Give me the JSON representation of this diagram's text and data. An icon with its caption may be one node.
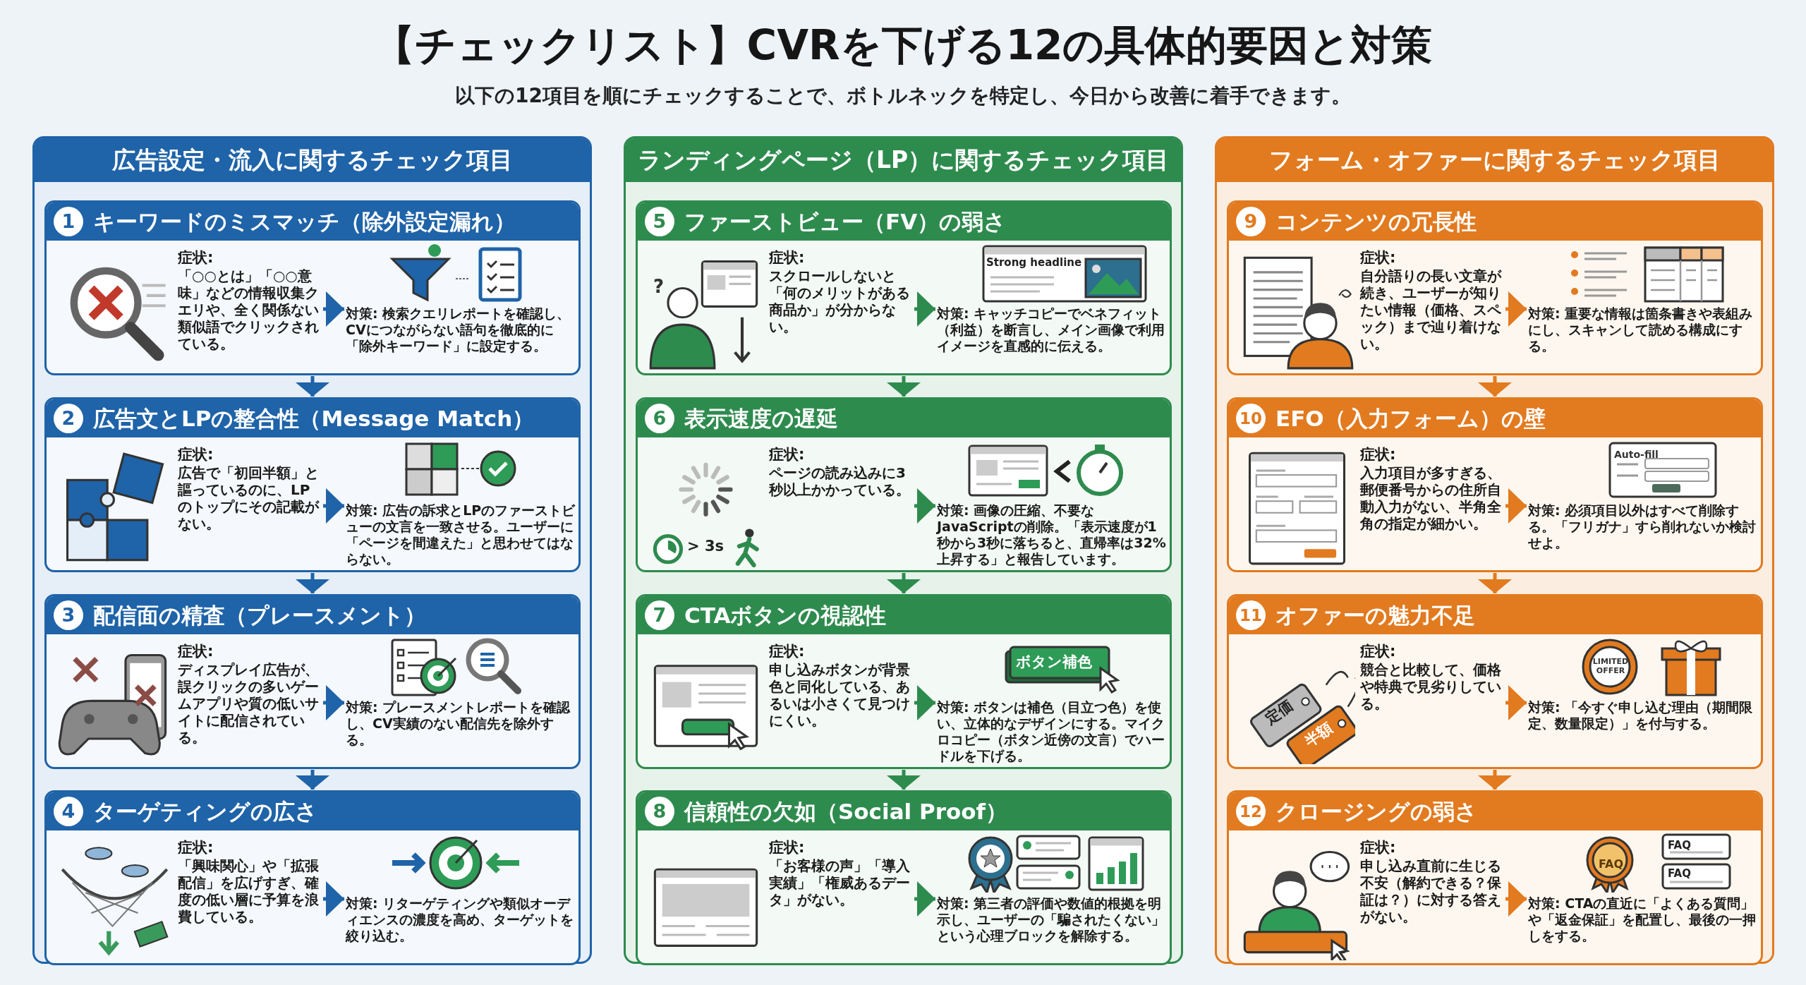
{
  "diagram": {
    "title": "【チェックリスト】CVRを下げる12の具体的要因と対策",
    "nodes": [
      {
        "text": [
          "広告設定・流入に関するチェック項目"
        ]
      },
      {
        "text": [
          "1",
          "キーワードのミスマッチ（除外設定漏れ）"
        ],
        "in": 0
      },
      {
        "text": [
          "症状:",
          "「○○とは」「○○意味」などの情報収集クエリや、全く関係ない類似語でクリックされている。"
        ],
        "in": 1
      },
      {
        "text": [
          "対策: 検索クエリレポートを確認し、CVにつながらない語句を徹底的に「除外キーワード」に設定する。"
        ],
        "in": 1
      },
      {
        "text": [
          "2",
          "広告文とLPの整合性（Message Match）"
        ],
        "in": 0
      },
      {
        "text": [
          "症状:",
          "広告で「初回半額」と謳っているのに、LPのトップにその記載がない。"
        ],
        "in": 4
      },
      {
        "text": [
          "対策: 広告の訴求とLPのファーストビューの文言を一致させる。ユーザーに「ページを間違えた」と思わせてはならない。"
        ],
        "in": 4
      },
      {
        "text": [
          "3",
          "配信面の精査（プレースメント）"
        ],
        "in": 0
      },
      {
        "text": [
          "症状:",
          "ディスプレイ広告が、誤クリックの多いゲームアプリや質の低いサイトに配信されている。"
        ],
        "in": 7
      },
      {
        "text": [
          "対策: プレースメントレポートを確認し、CV実績のない配信先を除外する。"
        ],
        "in": 7
      },
      {
        "text": [
          "4",
          "ターゲティングの広さ"
        ],
        "in": 0
      },
      {
        "text": [
          "症状:",
          "「興味関心」や「拡張配信」を広げすぎ、確度の低い層に予算を浪費している。"
        ],
        "in": 10
      },
      {
        "text": [
          "対策: リターゲティングや類似オーディエンスの濃度を高め、ターゲットを絞り込む。"
        ],
        "in": 10
      },
      {
        "text": [
          "ランディングページ（LP）に関するチェック項目"
        ]
      },
      {
        "text": [
          "5",
          "ファーストビュー（FV）の弱さ"
        ],
        "in": 13
      },
      {
        "text": [
          "症状:",
          "スクロールしないと「何のメリットがある商品か」が分からない。"
        ],
        "in": 14
      },
      {
        "text": [
          "対策: キャッチコピーでベネフィット（利益）を断言し、メイン画像で利用イメージを直感的に伝える。"
        ],
        "in": 14
      },
      {
        "text": [
          "6",
          "表示速度の遅延"
        ],
        "in": 13
      },
      {
        "text": [
          "症状:",
          "ページの読み込みに3秒以上かかっている。"
        ],
        "in": 17
      },
      {
        "text": [
          "対策: 画像の圧縮、不要なJavaScriptの削除。「表示速度が1秒から3秒に落ちると、直帰率は32%上昇する」と報告しています。"
        ],
        "in": 17
      },
      {
        "text": [
          "7",
          "CTAボタンの視認性"
        ],
        "in": 13
      },
      {
        "text": [
          "症状:",
          "申し込みボタンが背景色と同化している、あるいは小さくて見つけにくい。"
        ],
        "in": 20
      },
      {
        "text": [
          "対策: ボタンは補色（目立つ色）を使い、立体的なデザインにする。マイクロコピー（ボタン近傍の文言）でハードルを下げる。"
        ],
        "in": 20
      },
      {
        "text": [
          "8",
          "信頼性の欠如（Social Proof）"
        ],
        "in": 13
      },
      {
        "text": [
          "症状:",
          "「お客様の声」「導入実績」「権威あるデータ」がない。"
        ],
        "in": 23
      },
      {
        "text": [
          "対策: 第三者の評価や数値的根拠を明示し、ユーザーの「騙されたくない」という心理ブロックを解除する。"
        ],
        "in": 23
      },
      {
        "text": [
          "フォーム・オファーに関するチェック項目"
        ]
      },
      {
        "text": [
          "9",
          "コンテンツの冗長性"
        ],
        "in": 26
      },
      {
        "text": [
          "症状:",
          "自分語りの長い文章が続き、ユーザーが知りたい情報（価格、スペック）まで辿り着けない。"
        ],
        "in": 27
      },
      {
        "text": [
          "対策: 重要な情報は箇条書きや表組みにし、スキャンして読める構成にする。"
        ],
        "in": 27
      },
      {
        "text": [
          "10",
          "EFO（入力フォーム）の壁"
        ],
        "in": 26
      },
      {
        "text": [
          "症状:",
          "入力項目が多すぎる、郵便番号からの住所自動入力がない、半角全角の指定が細かい。"
        ],
        "in": 30
      },
      {
        "text": [
          "対策: 必須項目以外はすべて削除する。「フリガナ」すら削れないか検討せよ。"
        ],
        "in": 30
      },
      {
        "text": [
          "11",
          "オファーの魅力不足"
        ],
        "in": 26
      },
      {
        "text": [
          "症状:",
          "競合と比較して、価格や特典で見劣りしている。"
        ],
        "in": 33
      },
      {
        "text": [
          "対策: 「今すぐ申し込む理由（期間限定、数量限定）」を付与する。"
        ],
        "in": 33
      },
      {
        "text": [
          "12",
          "クロージングの弱さ"
        ],
        "in": 26
      },
      {
        "text": [
          "症状:",
          "申し込み直前に生じる不安（解約できる？保証は？）に対する答えがない。"
        ],
        "in": 36
      },
      {
        "text": [
          "対策: CTAの直近に「よくある質問」や「返金保証」を配置し、最後の一押しをする。"
        ],
        "in": 36
      }
    ],
    "edges": [
      {
        "from": 2,
        "to": 3,
        "arrow": "to",
        "color": "#1f63a8"
      },
      {
        "from": 1,
        "to": 4,
        "arrow": "to",
        "color": "#1f63a8"
      },
      {
        "from": 5,
        "to": 6,
        "arrow": "to",
        "color": "#1f63a8"
      },
      {
        "from": 4,
        "to": 7,
        "arrow": "to",
        "color": "#1f63a8"
      },
      {
        "from": 8,
        "to": 9,
        "arrow": "to",
        "color": "#1f63a8"
      },
      {
        "from": 7,
        "to": 10,
        "arrow": "to",
        "color": "#1f63a8"
      },
      {
        "from": 11,
        "to": 12,
        "arrow": "to",
        "color": "#1f63a8"
      },
      {
        "from": 15,
        "to": 16,
        "arrow": "to",
        "color": "#2e8b4e"
      },
      {
        "from": 14,
        "to": 17,
        "arrow": "to",
        "color": "#2e8b4e"
      },
      {
        "from": 18,
        "to": 19,
        "arrow": "to",
        "color": "#2e8b4e"
      },
      {
        "from": 17,
        "to": 20,
        "arrow": "to",
        "color": "#2e8b4e"
      },
      {
        "from": 21,
        "to": 22,
        "arrow": "to",
        "color": "#2e8b4e"
      },
      {
        "from": 20,
        "to": 23,
        "arrow": "to",
        "color": "#2e8b4e"
      },
      {
        "from": 24,
        "to": 25,
        "arrow": "to",
        "color": "#2e8b4e"
      },
      {
        "from": 28,
        "to": 29,
        "arrow": "to",
        "color": "#e27a1f"
      },
      {
        "from": 27,
        "to": 30,
        "arrow": "to",
        "color": "#e27a1f"
      },
      {
        "from": 31,
        "to": 32,
        "arrow": "to",
        "color": "#e27a1f"
      },
      {
        "from": 30,
        "to": 33,
        "arrow": "to",
        "color": "#e27a1f"
      },
      {
        "from": 34,
        "to": 35,
        "arrow": "to",
        "color": "#e27a1f"
      },
      {
        "from": 33,
        "to": 36,
        "arrow": "to",
        "color": "#e27a1f"
      },
      {
        "from": 37,
        "to": 38,
        "arrow": "to",
        "color": "#e27a1f"
      }
    ],
    "labels": [
      "以下の12項目を順にチェックすることで、ボトルネックを特定し、今日から改善に着手できます。",
      "?",
      "Strong headline",
      "> 3s",
      "ボタン補色",
      "Auto-fill",
      "定価",
      "半額",
      "LIMITED OFFER",
      "FAQ",
      "FAQ",
      "FAQ"
    ]
  }
}
